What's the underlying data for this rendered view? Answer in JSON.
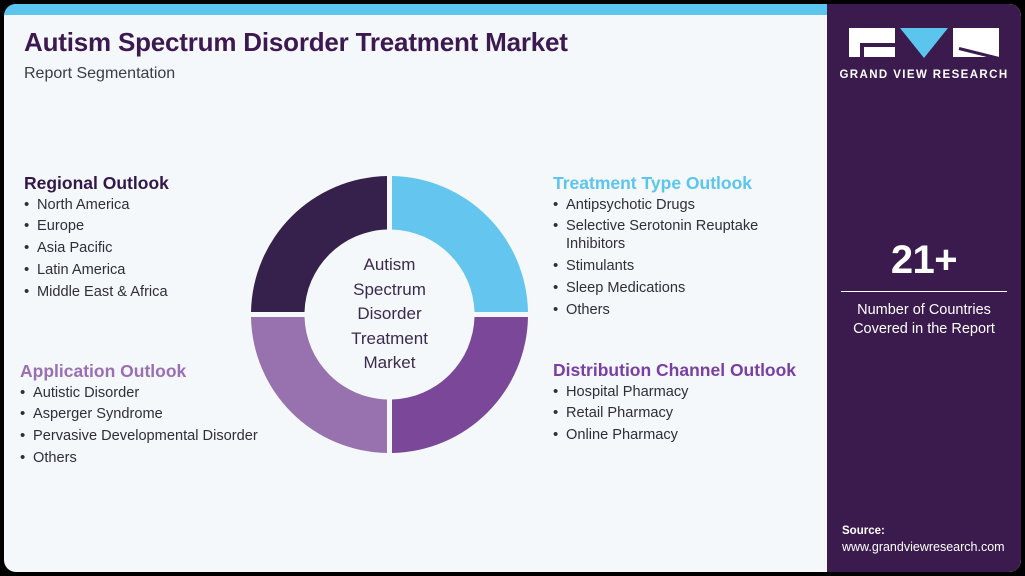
{
  "header": {
    "title": "Autism Spectrum Disorder Treatment Market",
    "subtitle": "Report Segmentation"
  },
  "colors": {
    "accent_blue": "#5BC5EE",
    "sidebar_purple": "#3B1A4E",
    "card_bg": "#F4F8FA",
    "segment_dark_purple": "#36204C",
    "segment_light_blue": "#64C5EE",
    "segment_deep_purple": "#7A4799",
    "segment_mid_purple": "#9772AE",
    "title_dark": "#3D1952"
  },
  "segments": [
    {
      "id": "regional",
      "title": "Regional Outlook",
      "title_color": "#32184A",
      "items": [
        "North America",
        "Europe",
        "Asia Pacific",
        "Latin America",
        "Middle East & Africa"
      ]
    },
    {
      "id": "application",
      "title": "Application Outlook",
      "title_color": "#9A6FB4",
      "items": [
        "Autistic Disorder",
        "Asperger Syndrome",
        "Pervasive Developmental Disorder",
        "Others"
      ]
    },
    {
      "id": "treatment-type",
      "title": "Treatment Type Outlook",
      "title_color": "#5BC5EE",
      "items": [
        "Antipsychotic Drugs",
        "Selective Serotonin Reuptake Inhibitors",
        "Stimulants",
        "Sleep Medications",
        "Others"
      ]
    },
    {
      "id": "distribution-channel",
      "title": "Distribution Channel Outlook",
      "title_color": "#7A3FA2",
      "items": [
        "Hospital Pharmacy",
        "Retail Pharmacy",
        "Online Pharmacy"
      ]
    }
  ],
  "chart_data": {
    "type": "pie",
    "title": "Autism Spectrum Disorder Treatment Market",
    "center_label_lines": [
      "Autism",
      "Spectrum",
      "Disorder",
      "Treatment",
      "Market"
    ],
    "labels": [
      "Treatment Type Outlook",
      "Distribution Channel Outlook",
      "Application Outlook",
      "Regional Outlook"
    ],
    "values": [
      25,
      25,
      25,
      25
    ],
    "colors": [
      "#64C5EE",
      "#7A4799",
      "#9772AE",
      "#36204C"
    ],
    "legend": "none",
    "donut_hole_ratio": 0.61,
    "start_angle_deg": 0
  },
  "sidebar": {
    "logo": {
      "mark_letters": [
        "G",
        "V",
        "R"
      ],
      "wordmark": "GRAND VIEW RESEARCH"
    },
    "stat": {
      "value": "21+",
      "label_line1": "Number of Countries",
      "label_line2": "Covered in the Report"
    },
    "source": {
      "label": "Source:",
      "url": "www.grandviewresearch.com"
    }
  }
}
